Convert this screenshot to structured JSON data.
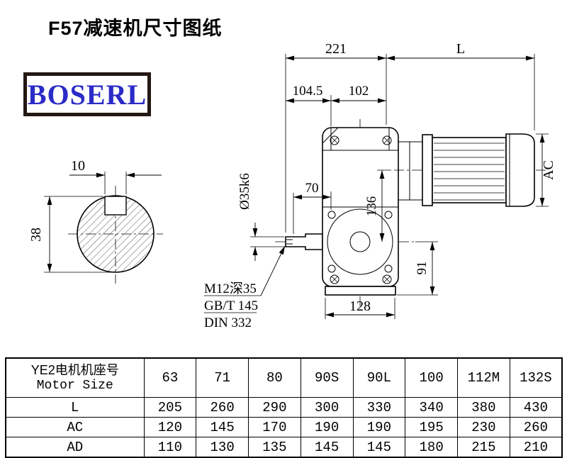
{
  "title": "F57减速机尺寸图纸",
  "logo": {
    "text": "BOSERL"
  },
  "drawing": {
    "dimensions": {
      "top_width": "221",
      "motor_length": "L",
      "seg_left": "104.5",
      "seg_right": "102",
      "shaft_length": "70",
      "shaft_diameter": "Ø35k6",
      "axis_distance": "136",
      "motor_diameter": "AC",
      "axis_to_base": "91",
      "foot_width": "128",
      "key_width": "10",
      "key_height": "38"
    },
    "notes": [
      "M12深35",
      "GB/T 145",
      "DIN 332"
    ]
  },
  "table": {
    "header_label_cn": "YE2电机机座号",
    "header_label_en": "Motor Size",
    "motor_sizes": [
      "63",
      "71",
      "80",
      "90S",
      "90L",
      "100",
      "112M",
      "132S"
    ],
    "rows": [
      {
        "label": "L",
        "values": [
          "205",
          "260",
          "290",
          "300",
          "330",
          "340",
          "380",
          "430"
        ]
      },
      {
        "label": "AC",
        "values": [
          "120",
          "145",
          "170",
          "190",
          "190",
          "195",
          "230",
          "260"
        ]
      },
      {
        "label": "AD",
        "values": [
          "110",
          "130",
          "135",
          "145",
          "145",
          "180",
          "215",
          "210"
        ]
      }
    ]
  }
}
